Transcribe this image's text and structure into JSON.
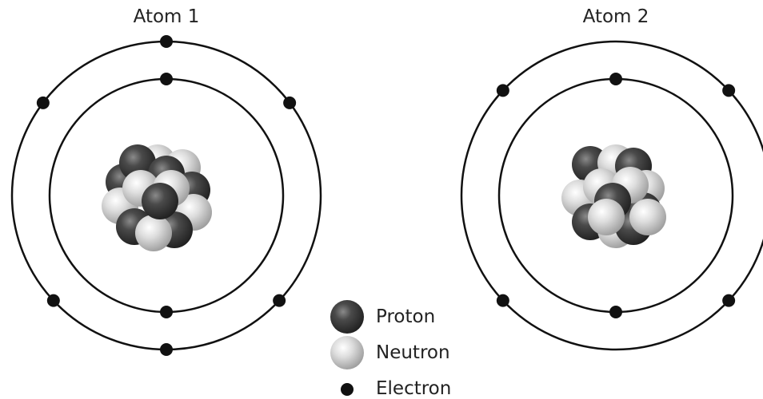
{
  "atoms": [
    {
      "label": "Atom 1",
      "inner_shell_electrons": 2,
      "outer_shell_electrons": 6,
      "nucleus": {
        "protons": 6,
        "neutrons": 6
      }
    },
    {
      "label": "Atom 2",
      "inner_shell_electrons": 2,
      "outer_shell_electrons": 4,
      "nucleus": {
        "protons": 6,
        "neutrons": 6
      }
    }
  ],
  "legend": {
    "proton": "Proton",
    "neutron": "Neutron",
    "electron": "Electron"
  },
  "colors": {
    "proton": "#3a3a3a",
    "neutron": "#cfcfcf",
    "electron": "#111111",
    "orbit": "#111111"
  }
}
